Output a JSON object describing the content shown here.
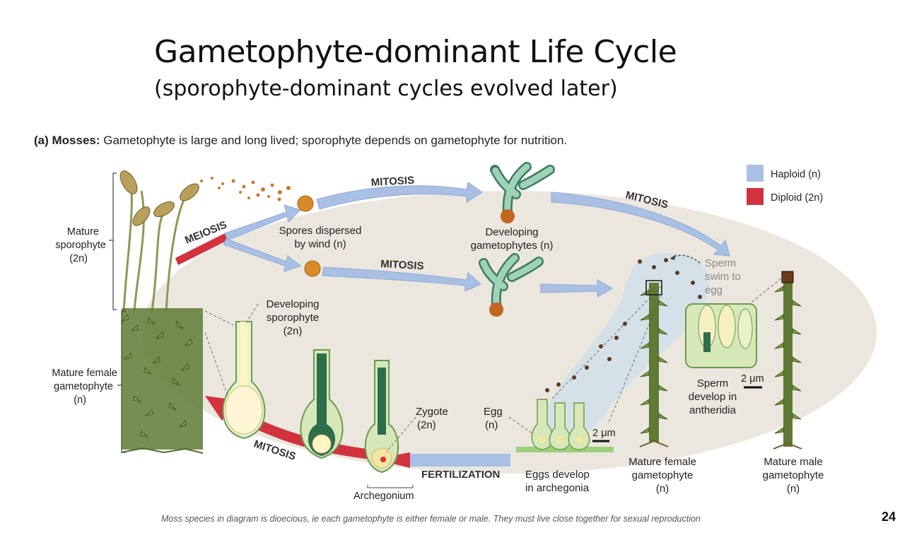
{
  "slide": {
    "title": "Gametophyte-dominant Life Cycle",
    "subtitle": "(sporophyte-dominant cycles evolved later)",
    "caption_bold": "(a) Mosses:",
    "caption_rest": " Gametophyte is large and long lived; sporophyte depends on gametophyte for nutrition.",
    "footnote": "Moss species in diagram is dioecious, ie each gametophyte is either female or male. They must live close together for sexual reproduction",
    "page_number": "24"
  },
  "legend": {
    "haploid": "Haploid (n)",
    "diploid": "Diploid (2n)",
    "haploid_color": "#a9c0e4",
    "diploid_color": "#d2323e"
  },
  "processes": {
    "meiosis": "MEIOSIS",
    "mitosis_top": "MITOSIS",
    "mitosis_mid": "MITOSIS",
    "mitosis_right": "MITOSIS",
    "mitosis_bottom": "MITOSIS",
    "fertilization": "FERTILIZATION"
  },
  "labels": {
    "mature_sporophyte": [
      "Mature",
      "sporophyte",
      "(2n)"
    ],
    "spores": [
      "Spores dispersed",
      "by wind (n)"
    ],
    "developing_gametophytes": [
      "Developing",
      "gametophytes (n)"
    ],
    "sperm_swim": [
      "Sperm",
      "swim to",
      "egg"
    ],
    "developing_sporophyte": [
      "Developing",
      "sporophyte",
      "(2n)"
    ],
    "mature_female_left": [
      "Mature female",
      "gametophyte",
      "(n)"
    ],
    "zygote": [
      "Zygote",
      "(2n)"
    ],
    "egg": [
      "Egg",
      "(n)"
    ],
    "scale_a": "2 μm",
    "scale_b": "2 μm",
    "sperm_develop": [
      "Sperm",
      "develop in",
      "antheridia"
    ],
    "archegonium": "Archegonium",
    "eggs_develop": [
      "Eggs develop",
      "in archegonia"
    ],
    "mature_female_right": [
      "Mature female",
      "gametophyte",
      "(n)"
    ],
    "mature_male": [
      "Mature male",
      "gametophyte",
      "(n)"
    ]
  },
  "icons": [
    "moss-plant-icon",
    "spore-icon",
    "gametophyte-sprout-icon",
    "archegonium-icon",
    "antheridium-icon",
    "sperm-icon"
  ]
}
